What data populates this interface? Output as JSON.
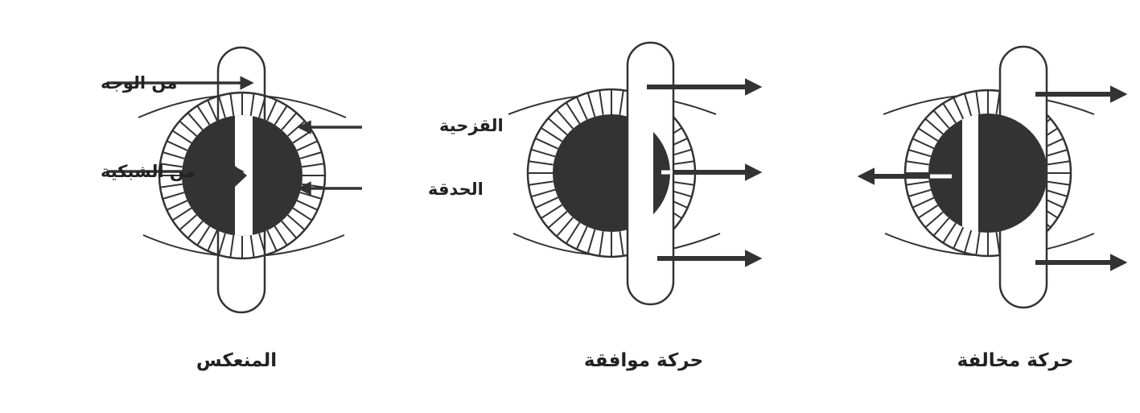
{
  "panels": {
    "reflex": {
      "caption": "المنعكس"
    },
    "with": {
      "caption": "حركة موافقة"
    },
    "against": {
      "caption": "حركة مخالفة"
    }
  },
  "labels": {
    "from_face": "من الوجه",
    "from_retina": "من الشبكية",
    "iris": "القزحية",
    "pupil": "الحدقة"
  },
  "colors": {
    "ink": "#333333",
    "pupil_fill": "#333333",
    "bg": "#ffffff"
  }
}
